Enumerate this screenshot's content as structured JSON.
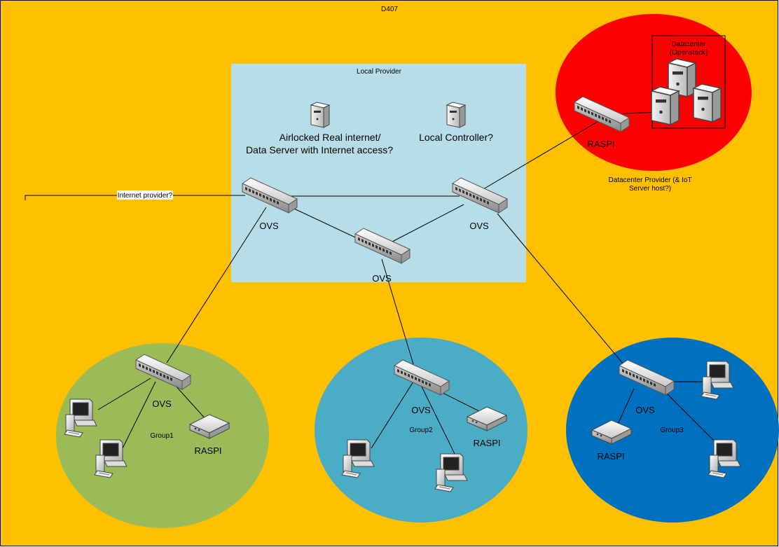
{
  "page": {
    "title": "D407",
    "background": "#FFC000",
    "border": "#000000"
  },
  "local_provider": {
    "label": "Local Provider",
    "fill": "#B7DEE8",
    "server1_label_line1": "Airlocked Real internet/",
    "server1_label_line2": "Data Server with Internet access?",
    "server2_label": "Local Controller?",
    "switch_labels": [
      "OVS",
      "OVS",
      "OVS"
    ]
  },
  "internet": {
    "label": "Internet provider?"
  },
  "datacenter": {
    "fill": "#FF0000",
    "box_label_line1": "Datacenter",
    "box_label_line2": "(Openstack)",
    "switch_label": "RASPI",
    "caption_line1": "Datacenter Provider (& IoT",
    "caption_line2": "Server host?)"
  },
  "groups": [
    {
      "name": "Group1",
      "fill": "#9BBB59",
      "switch_label": "OVS",
      "raspi_label": "RASPI"
    },
    {
      "name": "Group2",
      "fill": "#4BACC6",
      "switch_label": "OVS",
      "raspi_label": "RASPI"
    },
    {
      "name": "Group3",
      "fill": "#0070C0",
      "switch_label": "OVS",
      "raspi_label": "RASPI"
    }
  ]
}
